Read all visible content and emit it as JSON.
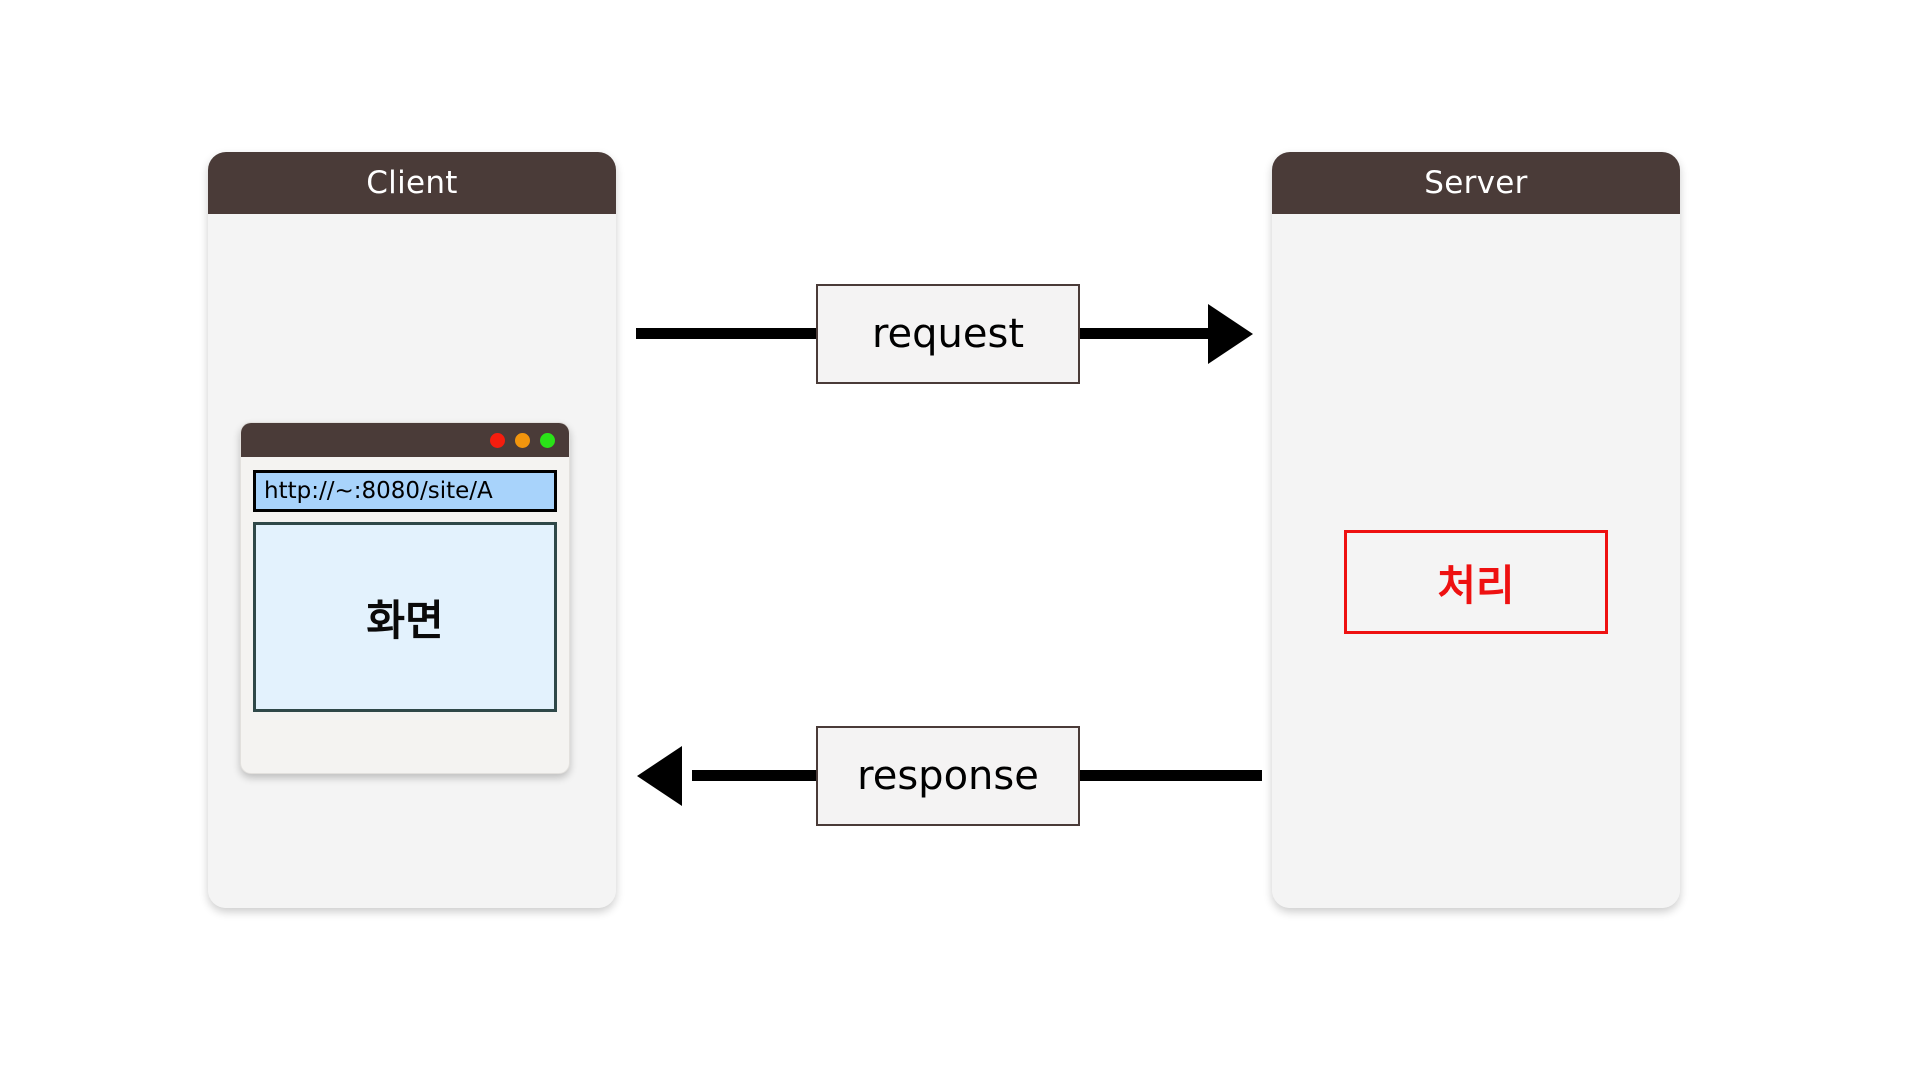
{
  "diagram": {
    "title": "Client-Server request/response diagram",
    "background_color": "#ffffff"
  },
  "client": {
    "header_label": "Client",
    "header_color": "#4a3b38",
    "body_color": "#f4f4f4",
    "browser": {
      "titlebar_color": "#4a3b38",
      "traffic_lights": [
        {
          "name": "close-dot",
          "color": "#f51d0e"
        },
        {
          "name": "minimize-dot",
          "color": "#f2950d"
        },
        {
          "name": "maximize-dot",
          "color": "#2ae218"
        }
      ],
      "url_value": "http://~:8080/site/A",
      "url_placeholder": "http://~:8080/site/A",
      "url_background": "#a8d3fb",
      "screen_label": "화면",
      "screen_background": "#e3f2fd",
      "screen_border": "#2f4848"
    }
  },
  "server": {
    "header_label": "Server",
    "header_color": "#4a3b38",
    "body_color": "#f4f4f4",
    "processing_label": "처리",
    "processing_color": "#ee1111"
  },
  "arrows": {
    "request": {
      "label": "request",
      "direction": "client-to-server",
      "color": "#000000"
    },
    "response": {
      "label": "response",
      "direction": "server-to-client",
      "color": "#000000"
    }
  }
}
